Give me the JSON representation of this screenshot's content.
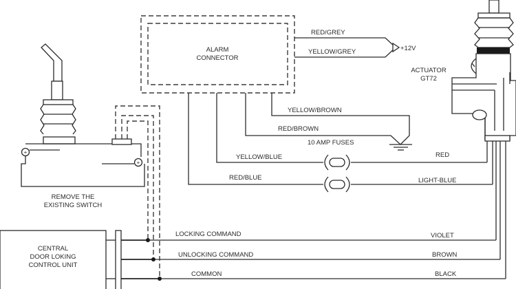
{
  "components": {
    "alarm_connector": [
      "ALARM",
      "CONNECTOR"
    ],
    "actuator": [
      "ACTUATOR",
      "GT72"
    ],
    "switch_caption": [
      "REMOVE THE",
      "EXISTING SWITCH"
    ],
    "control_unit": [
      "CENTRAL",
      "DOOR LOKING",
      "CONTROL UNIT"
    ],
    "power": "+12V",
    "fuses": "10 AMP FUSES"
  },
  "wires": {
    "red_grey": "RED/GREY",
    "yellow_grey": "YELLOW/GREY",
    "yellow_brown": "YELLOW/BROWN",
    "red_brown": "RED/BROWN",
    "yellow_blue": "YELLOW/BLUE",
    "red_blue": "RED/BLUE",
    "red": "RED",
    "light_blue": "LIGHT-BLUE",
    "violet": "VIOLET",
    "brown": "BROWN",
    "black": "BLACK"
  },
  "commands": {
    "locking": "LOCKING COMMAND",
    "unlocking": "UNLOCKING COMMAND",
    "common": "COMMON"
  }
}
